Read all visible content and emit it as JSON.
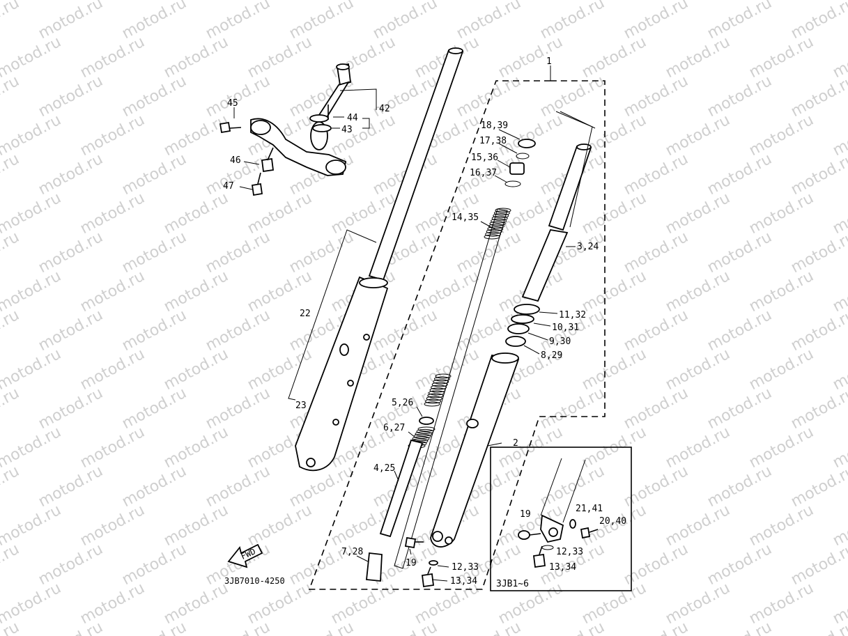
{
  "watermark": "motod.ru",
  "labels": {
    "l42": "42",
    "l44": "44",
    "l43": "43",
    "l45": "45",
    "l46": "46",
    "l47": "47",
    "l1839": "18,39",
    "l1738": "17,38",
    "l1536": "15,36",
    "l1637": "16,37",
    "l1435": "14,35",
    "l324": "3,24",
    "l1132": "11,32",
    "l1031": "10,31",
    "l930": "9,30",
    "l829": "8,29",
    "l22": "22",
    "l23": "23",
    "l526": "5,26",
    "l627": "6,27",
    "l2": "2",
    "l425": "4,25",
    "l2141": "21,41",
    "l19a": "19",
    "l2040": "20,40",
    "l1233a": "12,33",
    "l1334a": "13,34",
    "l728": "7,28",
    "l19b": "19",
    "l1233b": "12,33",
    "l1334b": "13,34",
    "l1": "1"
  },
  "model_range": "3JB1~6",
  "drawing_code": "3JB7010-4250",
  "fwd_label": "FWD"
}
